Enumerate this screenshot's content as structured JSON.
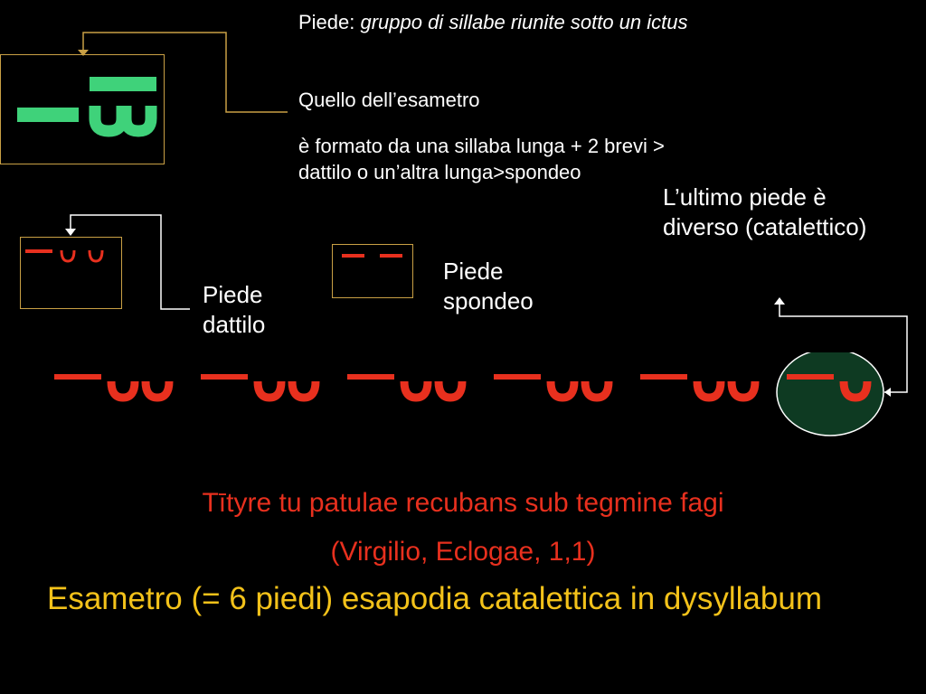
{
  "definition": {
    "prefix": "Piede: ",
    "italic": "gruppo di sillabe riunite sotto un ictus",
    "line2": "Quello dell’esametro",
    "line3": "è formato da una sillaba lunga + 2 brevi > dattilo o un’altra lunga>spondeo"
  },
  "labels": {
    "dactyl": "Piede dattilo",
    "spondee": "Piede spondeo",
    "last_foot": "L’ultimo piede è diverso (catalettico)"
  },
  "verse": {
    "text": "Tītyre tu patulae recubans sub tegmine fagi",
    "source": "(Virgilio, Eclogae, 1,1)"
  },
  "caption": "Esametro (= 6 piedi) esapodia catalettica in dysyllabum",
  "colors": {
    "connector": "#c9a045",
    "green_symbol": "#3fd27a",
    "meter_red": "#e8301e",
    "caption_yellow": "#f3c21a",
    "circle_fill": "#0e3a22"
  }
}
